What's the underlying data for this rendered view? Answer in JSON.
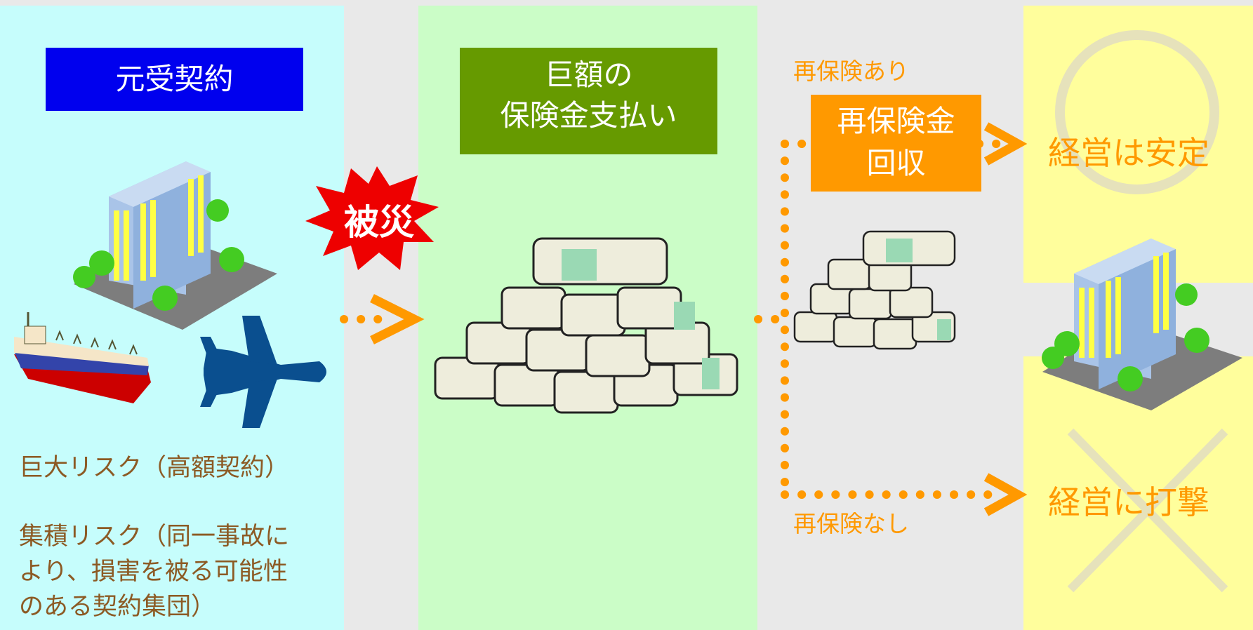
{
  "left_panel": {
    "header": "元受契約",
    "risk_1": "巨大リスク（高額契約）",
    "risk_2_lines": [
      "集積リスク（同一事故に",
      "より、損害を被る可能性",
      "のある契約集団）"
    ]
  },
  "disaster_label": "被災",
  "middle_panel": {
    "header_lines": [
      "巨額の",
      "保険金支払い"
    ]
  },
  "branch": {
    "with_reinsurance": "再保険あり",
    "recovery_lines": [
      "再保険金",
      "回収"
    ],
    "without_reinsurance": "再保険なし"
  },
  "outcomes": {
    "stable": "経営は安定",
    "blow": "経営に打撃"
  },
  "colors": {
    "cyan_panel": "#c6fdfc",
    "green_panel": "#cbfdc7",
    "yellow_panel": "#fffe9c",
    "blue_header": "#0000ee",
    "green_header": "#669a00",
    "orange": "#ff9900",
    "burst_red": "#ee0000"
  }
}
